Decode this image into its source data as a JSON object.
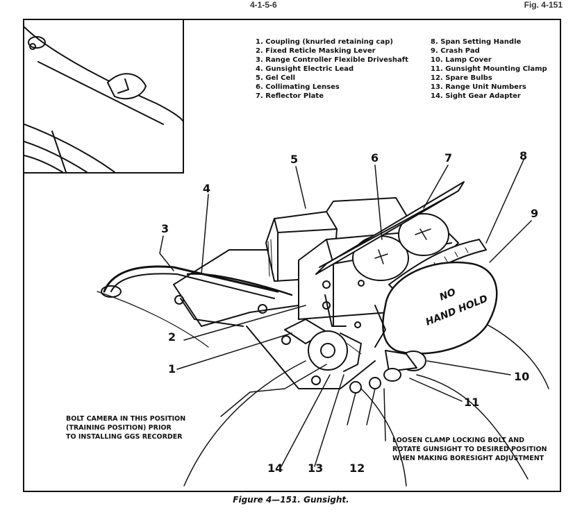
{
  "page_header": {
    "left": "4-1-5-6",
    "right": "Fig. 4-151"
  },
  "legend": {
    "left": [
      "1. Coupling (knurled retaining cap)",
      "2. Fixed Reticle Masking Lever",
      "3. Range Controller Flexible Driveshaft",
      "4. Gunsight Electric Lead",
      "5. Gel Cell",
      "6. Collimating Lenses",
      "7. Reflector Plate"
    ],
    "right": [
      "8. Span Setting Handle",
      "9. Crash Pad",
      "10. Lamp Cover",
      "11. Gunsight Mounting Clamp",
      "12. Spare Bulbs",
      "13. Range Unit Numbers",
      "14. Sight Gear Adapter"
    ]
  },
  "callouts": {
    "c1": "1",
    "c2": "2",
    "c3": "3",
    "c4": "4",
    "c5": "5",
    "c6": "6",
    "c7": "7",
    "c8": "8",
    "c9": "9",
    "c10": "10",
    "c11": "11",
    "c12": "12",
    "c13": "13",
    "c14": "14"
  },
  "crash_pad_text": {
    "line1": "NO",
    "line2": "HAND HOLD"
  },
  "notes": {
    "bolt_camera": [
      "BOLT CAMERA IN THIS POSITION",
      "(TRAINING POSITION) PRIOR",
      "TO INSTALLING GGS RECORDER"
    ],
    "loosen_clamp": [
      "LOOSEN CLAMP LOCKING BOLT AND",
      "ROTATE GUNSIGHT TO DESIRED POSITION",
      "WHEN MAKING BORESIGHT ADJUSTMENT"
    ]
  },
  "caption": "Figure 4—151. Gunsight."
}
